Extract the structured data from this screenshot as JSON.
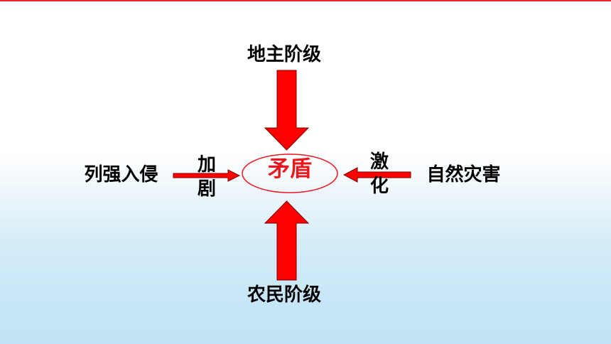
{
  "center": {
    "label": "矛盾",
    "text_color": "#e8181e",
    "outline_color": "#e8181e"
  },
  "top": {
    "label": "地主阶级"
  },
  "bottom": {
    "label": "农民阶级"
  },
  "left": {
    "label": "列强入侵",
    "verb": [
      "加",
      "剧"
    ]
  },
  "right": {
    "label": "自然灾害",
    "verb": [
      "激",
      "化"
    ]
  },
  "arrow_color": "#ff0000",
  "accent_rule_color": "#e8262b"
}
